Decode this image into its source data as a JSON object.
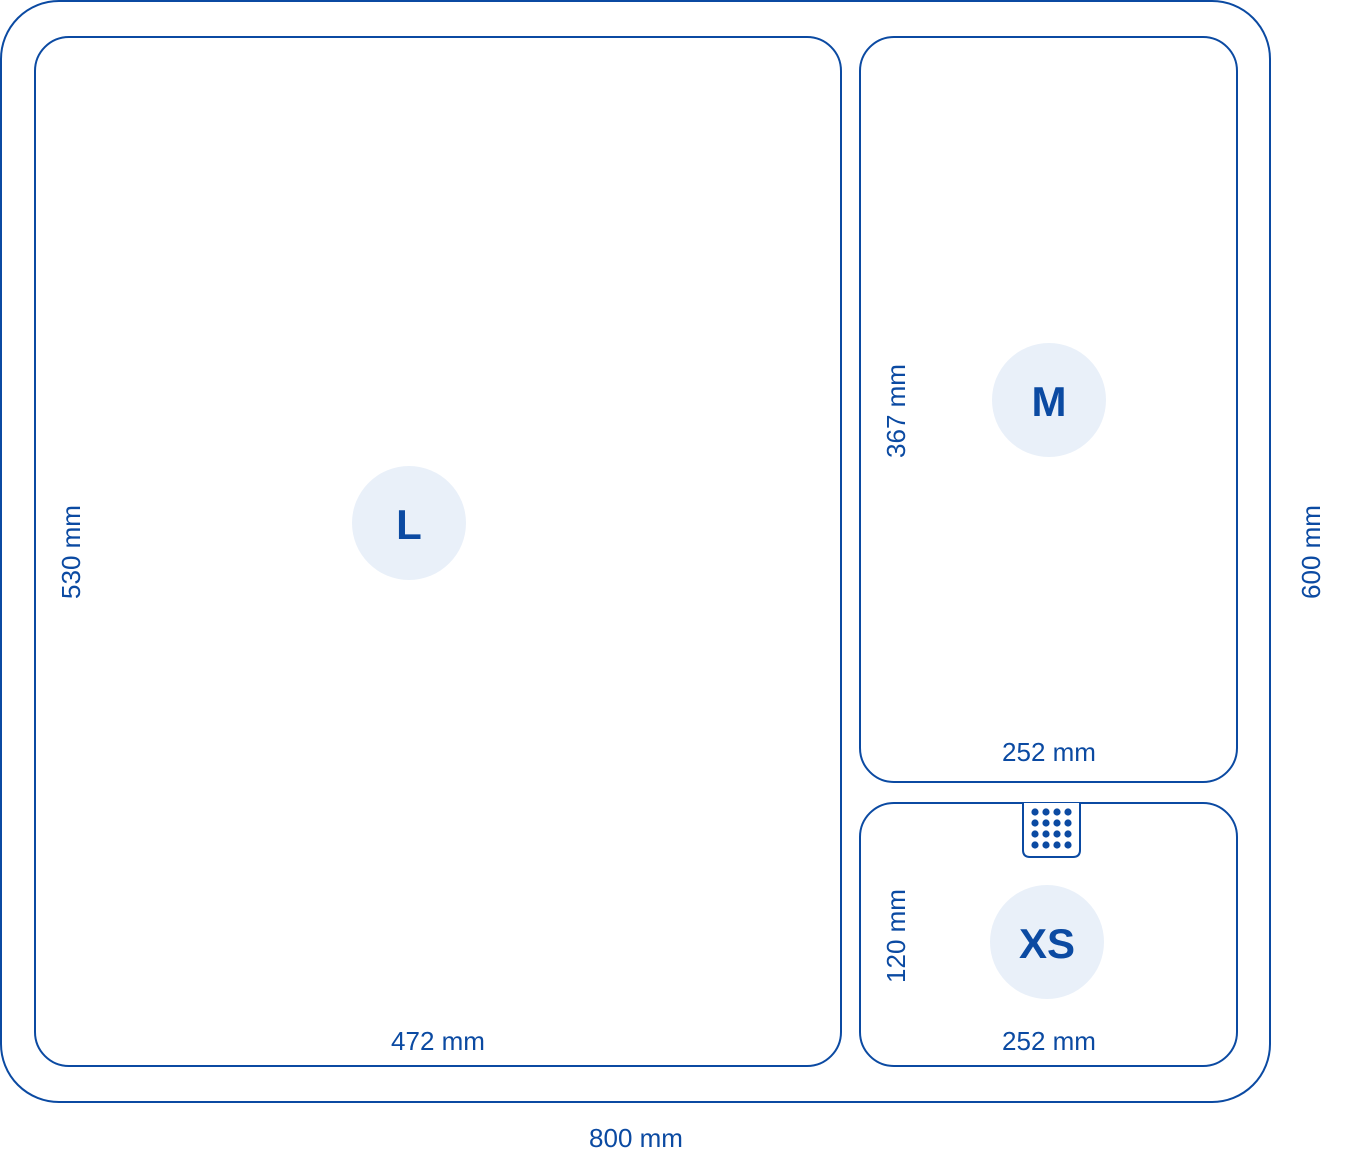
{
  "colors": {
    "outline": "#0b4aa2",
    "badge_fill": "#e9f0f9",
    "background": "#ffffff"
  },
  "outer_frame": {
    "width_label": "800 mm",
    "height_label": "600 mm"
  },
  "compartments": {
    "large": {
      "badge": "L",
      "width_label": "472 mm",
      "height_label": "530 mm"
    },
    "medium": {
      "badge": "M",
      "width_label": "252 mm",
      "height_label": "367 mm"
    },
    "extra_small": {
      "badge": "XS",
      "width_label": "252 mm",
      "height_label": "120 mm",
      "icon": "keypad-icon"
    }
  }
}
